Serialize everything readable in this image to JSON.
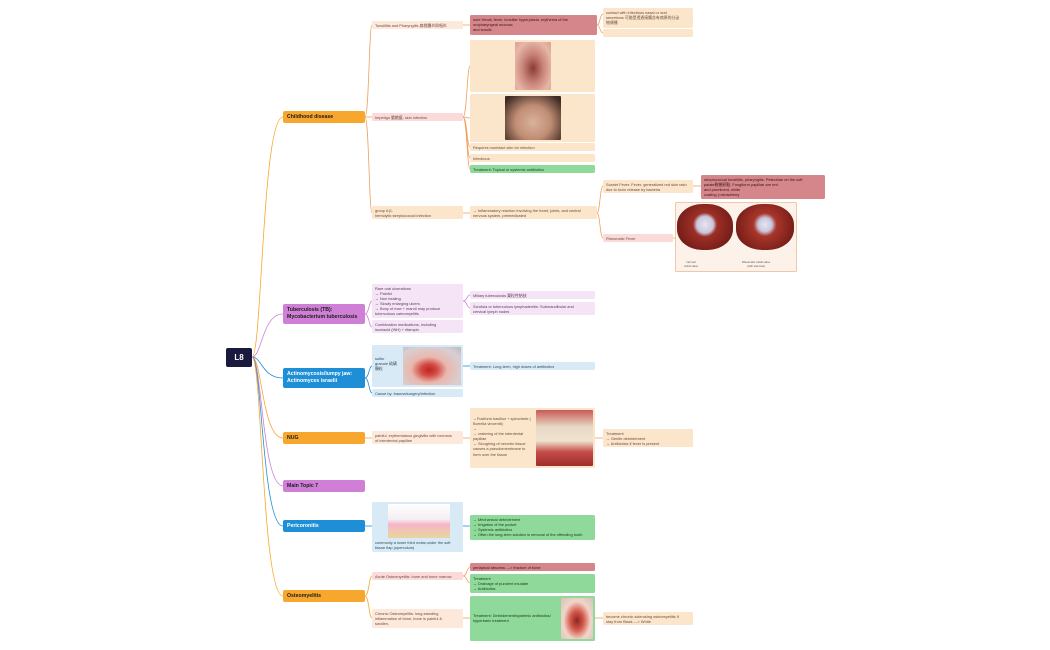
{
  "root": "L8",
  "colors": {
    "orange": "#f7a72e",
    "purple": "#d07fd6",
    "blue": "#1e8fd6",
    "root": "#1a1a3e"
  },
  "topics": {
    "childhood": {
      "label": "Childhood disease",
      "tonsillitis": "Tonsillitis and Pharyngitis 扁桃體炎與咽炎",
      "tonsil_signs": "sore throat, fever, tonsillar hyperplasia, erythema of the\noropharyngeal mucosa\nand tonsils",
      "tonsil_contact": "contact with infectious nasal or oral\nsecretions 可能是透過接觸含有病原的分泌\n物傳播",
      "impetigo": "Impetigo 膿皰瘡, skin infection",
      "impetigo_contact": "Requires nonintact skin for infection",
      "impetigo_infectious": "Infectious",
      "impetigo_treatment": "Treatment: Topical or systemic antibiotics",
      "group_a": "group A β-\nhemolytic streptococcal infection",
      "inflammatory": "→ Inflammatory reaction involving the heart, joints, and central\nnervous system, premedicated",
      "scarlet": "Scarlet Fever: Fever, generalized red skin rash\ndue to toxin release by bacteria",
      "scarlet_detail": "streptococcal tonsillitis, pharyngitis. Petechiae on the soft\npalate軟顎瘀點, Fungiform papillae are red\nand prominent, white\ncoating (=strawberry",
      "rheumatic": "Rheumatic Fever",
      "heart_normal": "Normal\nmitral valve",
      "heart_rheum": "Rheumatic mitral valve\n(with stenosis)"
    },
    "tb": {
      "label": "Tuberculosis (TB):\nMycobacterium tuberculosis",
      "oral": "Rare oral ulcerations\n→ Painful\n→ Non healing\n→ Slowly enlarging ulcers\n→ Bony of max + mandi may produce\ntuberculous osteomyelitis",
      "meds": "Combination medications, including\nisoniazid (INH) + rifampin",
      "miliary": "Miliary tuberculosis 粟粒性結核",
      "scrofula": "Scrofula or tuberculous lymphadenitis: Submandibular and\ncervical lymph nodes"
    },
    "actino": {
      "label": "Actinomycosis/lumpy jaw:\nActinomyces israelii",
      "sulfur": "sulfur\ngranule 硫磺\n顆粒",
      "treatment": "Treatment: Long-term, high doses of antibiotics",
      "cause": "Cause by: trauma/surgery/infection"
    },
    "nug": {
      "label": "NUG",
      "desc": "painful, erythematous gingivitis with necrosis\nof interdental papillae",
      "bacteria": "→Fusiform bacillus + spirochete (\nBorrelia vincentii)\n→\n→ cratering of the interdental\npapillae\n→ Sloughing of necrotic tissue\ncauses a pseudomembrane to\nform over the tissue",
      "treatment": "Treatment\n→ Gentle debridement\n→ Antibiotics if fever is present"
    },
    "main7": {
      "label": "Main Topic 7"
    },
    "peri": {
      "label": "Pericoronitis",
      "desc": "commonly a lower third molar,under the soft\ntissue flap (operculum)",
      "treatment": "→ Mechanical debridement\n→ Irrigation of the pocket\n→ Systemic antibiotics\n→ Often the long-term solution is removal of the offending tooth"
    },
    "osteo": {
      "label": "Osteomyelitis",
      "acute": "Acute Osteomyelitis: bone and bone marrow",
      "acute_abscess": "periapical abscess ---> fracture of bone",
      "acute_treatment": "Treatment\n→ Drainage of purulent exudate\n→ Antibiotics",
      "chronic": "Chronic Osteomyelitis: long-standing\ninflammation of bone, bone is painful &\nswollen,",
      "chronic_treatment": "Treatment: Debridement/systemic antibiotics/\nhyperbaric treatment",
      "chronic_result": "become chronic sclerosing osteomyelitis if\nstay from Black ---> White"
    }
  }
}
